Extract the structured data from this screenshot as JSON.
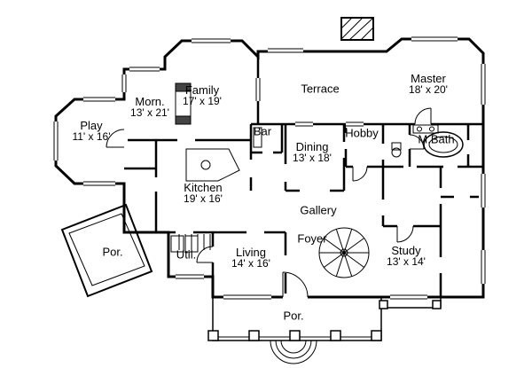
{
  "figure": {
    "type": "architectural floor plan",
    "colors": {
      "wall": "#000000",
      "background": "#ffffff",
      "text": "#000000"
    }
  },
  "rooms": [
    {
      "name": "Play",
      "dims": "11' x 16'"
    },
    {
      "name": "Morn.",
      "dims": "13' x 21'"
    },
    {
      "name": "Family",
      "dims": "17' x 19'"
    },
    {
      "name": "Terrace",
      "dims": ""
    },
    {
      "name": "Master",
      "dims": "18' x 20'"
    },
    {
      "name": "Bar",
      "dims": ""
    },
    {
      "name": "Dining",
      "dims": "13' x 18'"
    },
    {
      "name": "Hobby",
      "dims": ""
    },
    {
      "name": "M.Bath",
      "dims": ""
    },
    {
      "name": "Kitchen",
      "dims": "19' x 16'"
    },
    {
      "name": "Gallery",
      "dims": ""
    },
    {
      "name": "Foyer",
      "dims": ""
    },
    {
      "name": "Study",
      "dims": "13' x 14'"
    },
    {
      "name": "Por.",
      "dims": ""
    },
    {
      "name": "Util.",
      "dims": ""
    },
    {
      "name": "Living",
      "dims": "14' x 16'"
    },
    {
      "name": "Por.",
      "dims": ""
    }
  ]
}
